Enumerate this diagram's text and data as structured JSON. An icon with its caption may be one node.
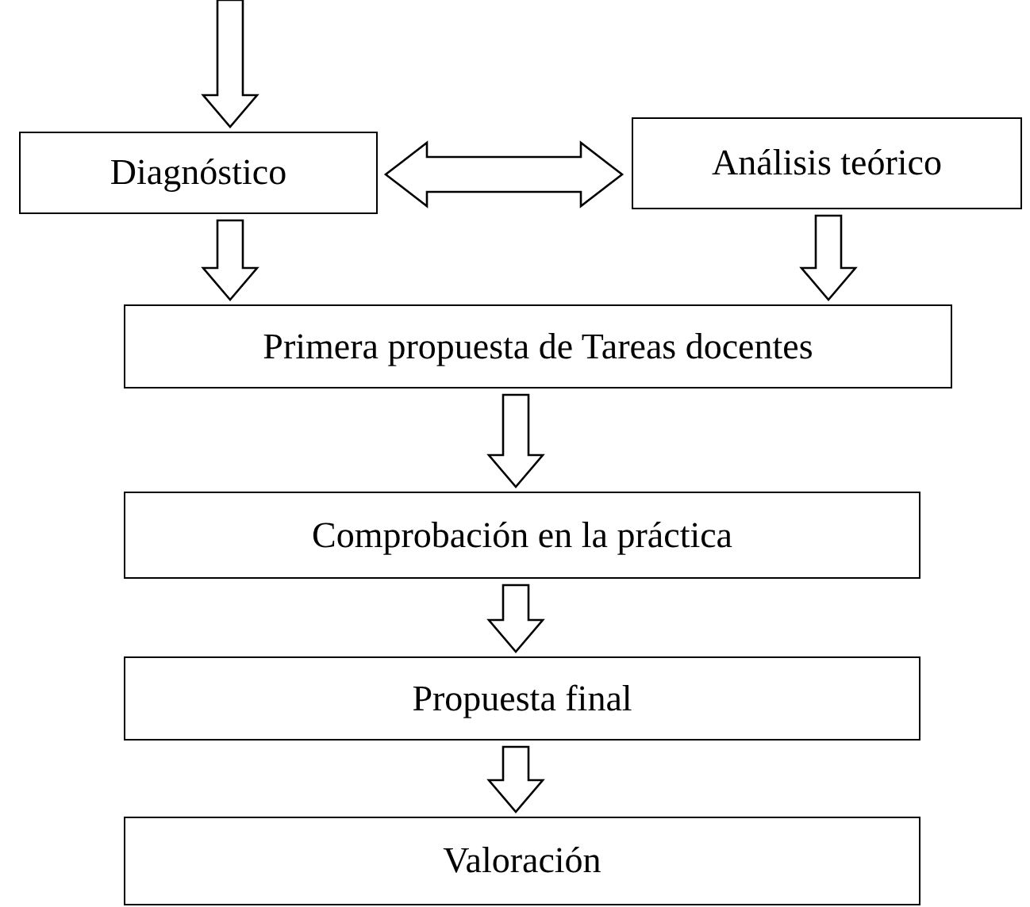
{
  "diagram": {
    "nodes": [
      {
        "text": [
          "Diagnóstico"
        ]
      },
      {
        "text": [
          "Análisis teórico"
        ]
      },
      {
        "text": [
          "Primera propuesta de Tareas docentes"
        ]
      },
      {
        "text": [
          "Comprobación en la práctica"
        ]
      },
      {
        "text": [
          "Propuesta final"
        ]
      },
      {
        "text": [
          "Valoración"
        ]
      }
    ],
    "edges": [
      {
        "from": null,
        "to": 0,
        "arrow": "to"
      },
      {
        "from": 0,
        "to": 1,
        "arrow": "both"
      },
      {
        "from": 0,
        "to": 2,
        "arrow": "to"
      },
      {
        "from": 1,
        "to": 2,
        "arrow": "to"
      },
      {
        "from": 2,
        "to": 3,
        "arrow": "to"
      },
      {
        "from": 3,
        "to": 4,
        "arrow": "to"
      },
      {
        "from": 4,
        "to": 5,
        "arrow": "to"
      }
    ]
  }
}
